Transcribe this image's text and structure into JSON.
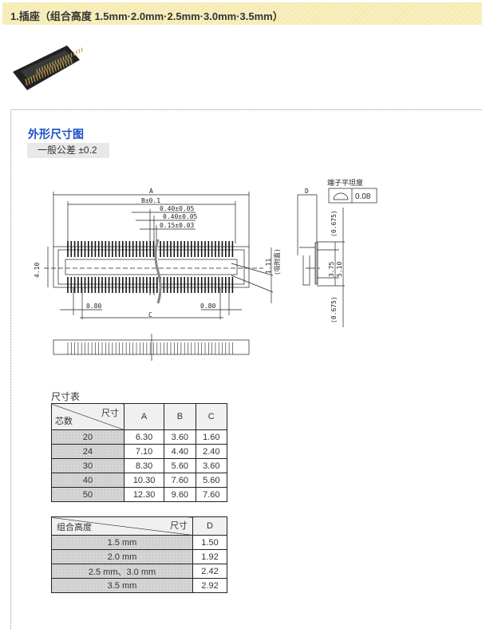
{
  "header": {
    "title": "1.插座（组合高度 1.5mm·2.0mm·2.5mm·3.0mm·3.5mm）"
  },
  "section": {
    "title": "外形尺寸图",
    "tolerance": "一般公差 ±0.2"
  },
  "drawing": {
    "dim_A": "A",
    "dim_B": "B±0.1",
    "dim_pitch1": "0.40±0.05",
    "dim_pitch2": "0.40±0.05",
    "dim_width": "0.15±0.03",
    "dim_height": "4.10",
    "dim_080_left": "0.80",
    "dim_080_right": "0.80",
    "dim_C": "C",
    "dim_111": "1.11",
    "suction": "(吸附面)",
    "dim_D": "D",
    "flatness_label": "端子平坦度",
    "flatness_value": "0.08",
    "dim_0675_top": "(0.675)",
    "dim_375": "3.75",
    "dim_510": "5.10",
    "dim_0675_bottom": "(0.675)"
  },
  "table1": {
    "caption": "尺寸表",
    "corner_top": "尺寸",
    "corner_bottom": "芯数",
    "headers": [
      "A",
      "B",
      "C"
    ],
    "rows": [
      [
        "20",
        "6.30",
        "3.60",
        "1.60"
      ],
      [
        "24",
        "7.10",
        "4.40",
        "2.40"
      ],
      [
        "30",
        "8.30",
        "5.60",
        "3.60"
      ],
      [
        "40",
        "10.30",
        "7.60",
        "5.60"
      ],
      [
        "50",
        "12.30",
        "9.60",
        "7.60"
      ]
    ]
  },
  "table2": {
    "corner_top": "尺寸",
    "corner_bottom": "组合高度",
    "header": "D",
    "rows": [
      [
        "1.5 mm",
        "1.50"
      ],
      [
        "2.0 mm",
        "1.92"
      ],
      [
        "2.5 mm、3.0 mm",
        "2.42"
      ],
      [
        "3.5 mm",
        "2.92"
      ]
    ]
  }
}
